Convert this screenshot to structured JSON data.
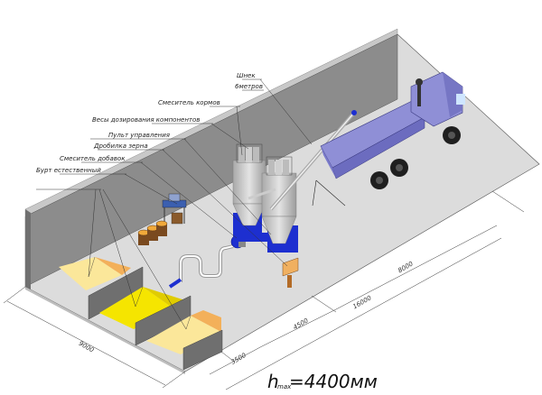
{
  "diagram": {
    "type": "isometric-layout",
    "subject": "feed mill equipment layout",
    "colors": {
      "floor": "#dcdcdc",
      "wall": "#8c8c8c",
      "wall_top": "#c8c8c8",
      "pile_light": "#fbe79a",
      "pile_bright": "#f5e500",
      "pile_orange": "#f3b05a",
      "truck": "#8f8fd6",
      "frame_blue": "#1d2fd0",
      "silo": "#c9c9c9"
    },
    "labels": [
      {
        "id": "auger",
        "text": "Шнек"
      },
      {
        "id": "auger_length",
        "text": "6метров"
      },
      {
        "id": "feed_mixer",
        "text": "Смеситель кормов"
      },
      {
        "id": "dosing_scales",
        "text": "Весы дозирования компонентов"
      },
      {
        "id": "control_panel",
        "text": "Пульт управления"
      },
      {
        "id": "grain_crusher",
        "text": "Дробилка зерна"
      },
      {
        "id": "additive_mixer",
        "text": "Смеситель добавок"
      },
      {
        "id": "natural_pile",
        "text": "Бурт естественный"
      }
    ],
    "dimensions": {
      "width": "9000",
      "seg1": "3500",
      "seg2": "4500",
      "seg3": "8000",
      "total_length": "16000"
    },
    "height_note": {
      "h": "h",
      "sub": "max",
      "value": "=4400мм"
    }
  }
}
